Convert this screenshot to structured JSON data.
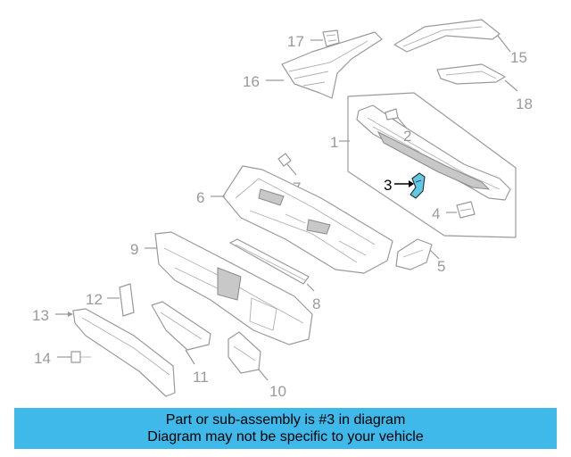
{
  "callouts": [
    "1",
    "2",
    "3",
    "4",
    "5",
    "6",
    "7",
    "8",
    "9",
    "10",
    "11",
    "12",
    "13",
    "14",
    "15",
    "16",
    "17",
    "18"
  ],
  "highlighted_part": "3",
  "colors": {
    "highlight": "#5fc8e6",
    "banner": "#3fb8ea",
    "line": "#9a9a9a"
  },
  "banner": {
    "line1": "Part or sub-assembly is #3 in diagram",
    "line2": "Diagram may not be specific to your vehicle"
  }
}
